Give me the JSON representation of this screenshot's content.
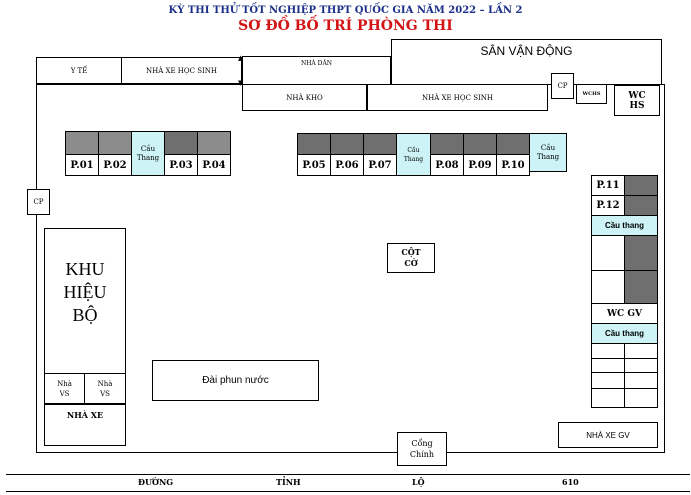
{
  "header": {
    "title": "KỲ THI THỬ TỐT NGHIỆP THPT QUỐC GIA NĂM 2022 – LẦN 2",
    "subtitle": "SƠ ĐỒ BỐ TRÍ PHÒNG THI"
  },
  "top": {
    "yte": "Y TẾ",
    "nha_xe_hs_top": "NHÀ XE HỌC SINH",
    "nha_dan": "NHÀ DÂN",
    "san_van_dong": "SÂN VẬN ĐỘNG",
    "nha_kho": "NHÀ KHO",
    "nha_xe_hs_mid": "NHÀ XE HỌC SINH",
    "cp_top": "CP",
    "wchs_small": "WCHS",
    "wc_hs": "WC HS"
  },
  "rooms": {
    "p01": "P.01",
    "p02": "P.02",
    "p03": "P.03",
    "p04": "P.04",
    "p05": "P.05",
    "p06": "P.06",
    "p07": "P.07",
    "p08": "P.08",
    "p09": "P.09",
    "p10": "P.10",
    "p11": "P.11",
    "p12": "P.12"
  },
  "stairs": {
    "cau": "Cầu",
    "thang": "Thang",
    "cau_thang": "Cầu thang"
  },
  "left": {
    "cp": "CP",
    "khu1": "KHU",
    "khu2": "HIỆU",
    "khu3": "BỘ",
    "nha_vs": "Nhà",
    "vs": "VS",
    "nha_xe": "NHÀ XE"
  },
  "center": {
    "cot1": "CỘT",
    "cot2": "CỜ",
    "dai_phun_nuoc": "Đài phun nước",
    "cong1": "Cổng",
    "cong2": "Chính"
  },
  "right": {
    "wc_gv": "WC GV",
    "nha_xe_gv": "NHÀ XE GV"
  },
  "road": {
    "w1": "ĐƯỜNG",
    "w2": "TỈNH",
    "w3": "LỘ",
    "w4": "610"
  }
}
